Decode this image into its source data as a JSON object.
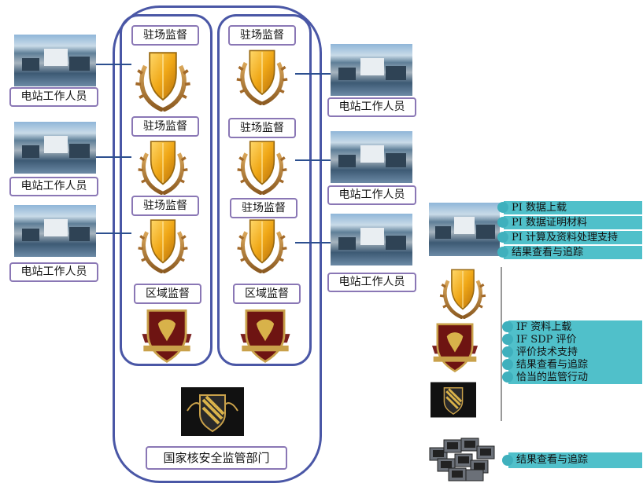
{
  "resident_label": "驻场监督",
  "regional_label": "区域监督",
  "agency_label": "国家核安全监管部门",
  "staff_label": "电站工作人员",
  "pi_items": [
    "PI 数据上载",
    "PI 数据证明材料",
    "PI 计算及资料处理支持",
    "结果查看与追踪"
  ],
  "if_items": [
    "IF 资料上载",
    "IF SDP 评价",
    "评价技术支持",
    "结果查看与追踪",
    "恰当的监管行动"
  ],
  "bottom_item": "结果查看与追踪",
  "colors": {
    "frame": "#4a57a6",
    "label_border": "#8a77b5",
    "teal": "#50c0ca",
    "connector": "#2c4f8f"
  }
}
